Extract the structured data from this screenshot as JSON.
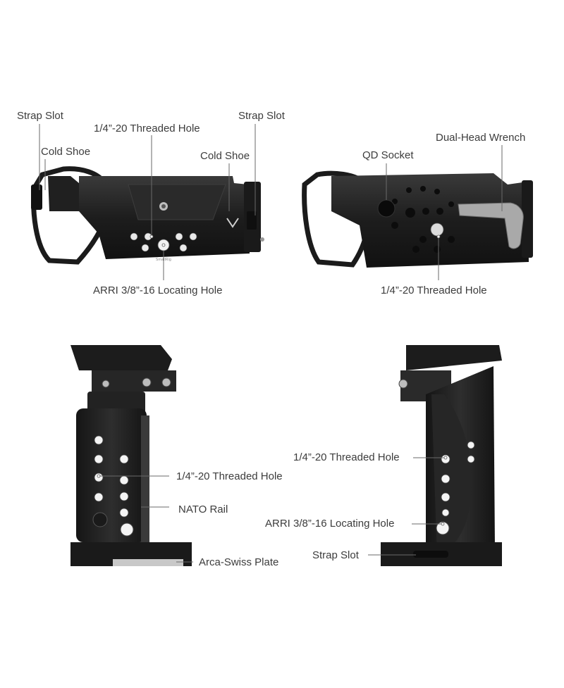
{
  "views": {
    "top_left": {
      "labels": {
        "strap_slot_left": "Strap Slot",
        "cold_shoe_left": "Cold Shoe",
        "threaded_hole": "1/4”-20 Threaded Hole",
        "strap_slot_right": "Strap Slot",
        "cold_shoe_right": "Cold Shoe",
        "arri_hole": "ARRI 3/8”-16 Locating Hole"
      }
    },
    "top_right": {
      "labels": {
        "qd_socket": "QD Socket",
        "wrench": "Dual-Head Wrench",
        "threaded_hole": "1/4”-20 Threaded Hole"
      }
    },
    "bottom_left": {
      "labels": {
        "threaded_hole": "1/4”-20 Threaded Hole",
        "nato_rail": "NATO Rail",
        "arca_plate": "Arca-Swiss Plate"
      }
    },
    "bottom_right": {
      "labels": {
        "threaded_hole": "1/4”-20 Threaded Hole",
        "arri_hole": "ARRI 3/8”-16 Locating Hole",
        "strap_slot": "Strap Slot"
      }
    }
  },
  "colors": {
    "cage_body": "#1c1c1c",
    "cage_edge": "#3a3a3a",
    "wrench": "#a9a9a9",
    "label_text": "#3c3c3c",
    "leader_line": "#6a6a6a"
  }
}
